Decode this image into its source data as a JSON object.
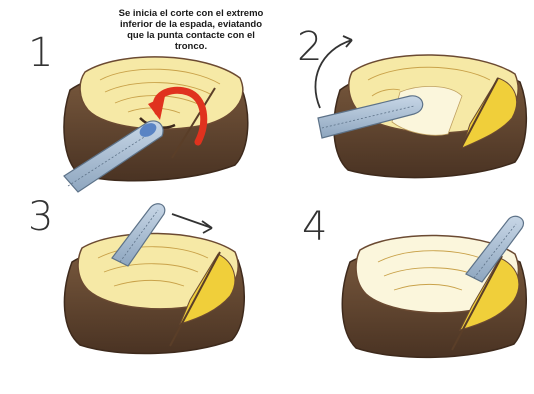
{
  "caption": {
    "line1": "Se inicia el corte con el extremo",
    "line2": "inferior de la espada, eviatando",
    "line3": "que la punta contacte con el",
    "line4": "tronco."
  },
  "steps": [
    {
      "number": "1"
    },
    {
      "number": "2"
    },
    {
      "number": "3"
    },
    {
      "number": "4"
    }
  ],
  "colors": {
    "wood_light": "#f6e9a6",
    "wood_grain": "#c9a24a",
    "wood_cut_yellow": "#f0cf3a",
    "bark": "#6b4a32",
    "bark_dark": "#3e2a1c",
    "blade": "#a8bdd4",
    "blade_edge": "#5d7288",
    "arrow_red": "#e0321e",
    "arrow_dark": "#333333"
  }
}
